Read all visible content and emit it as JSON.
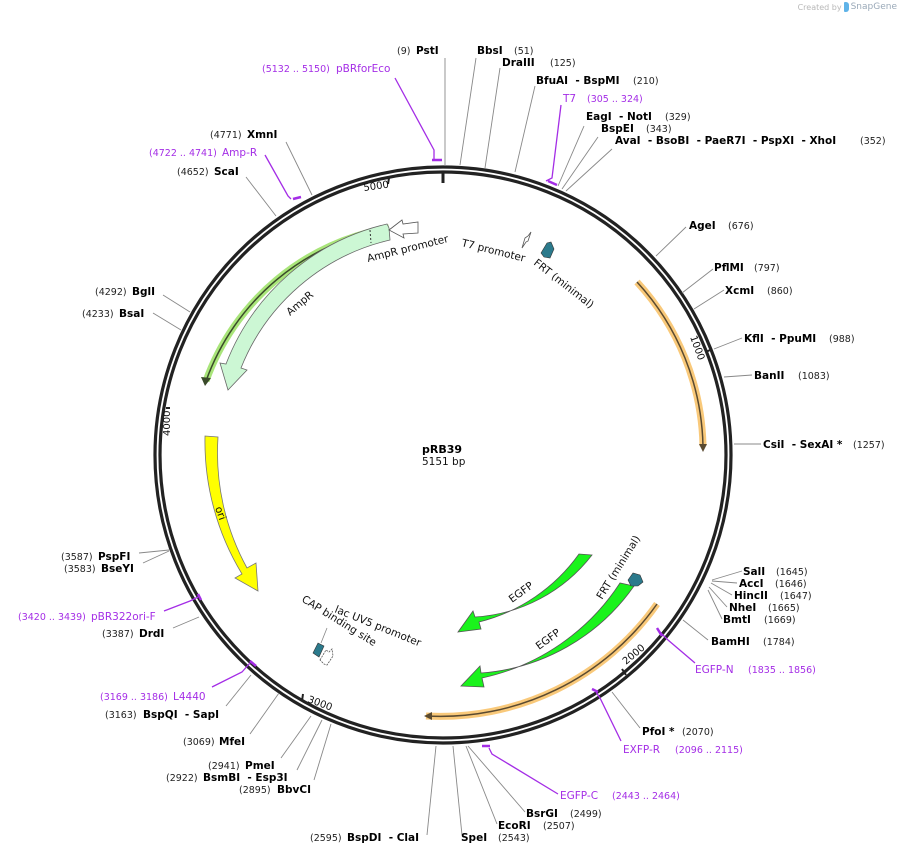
{
  "credit": {
    "prefix": "Created by",
    "brand": "SnapGene"
  },
  "plasmid": {
    "name": "pRB39",
    "length_label": "5151 bp",
    "length": 5151
  },
  "colors": {
    "backbone": "#222222",
    "primer": "#a42de6",
    "enzyme_line": "#888888",
    "ampr_fill": "#ccf7d4",
    "egfp_fill": "#1af31c",
    "ori_fill": "#ffff00",
    "frt_fill": "#2b7a8c",
    "orf_glow_orange": "#f9c97a",
    "orf_glow_green": "#a9e57a"
  },
  "ticks": [
    {
      "label": "1000"
    },
    {
      "label": "2000"
    },
    {
      "label": "3000"
    },
    {
      "label": "4000"
    },
    {
      "label": "5000"
    }
  ],
  "enzymes": [
    {
      "name": "PstI",
      "pos": "(9)"
    },
    {
      "name": "BbsI",
      "pos": "(51)"
    },
    {
      "name": "DraIII",
      "pos": "(125)"
    },
    {
      "name": "BfuAI  - BspMI",
      "pos": "(210)"
    },
    {
      "name": "EagI  - NotI",
      "pos": "(329)"
    },
    {
      "name": "BspEI",
      "pos": "(343)"
    },
    {
      "name": "AvaI  - BsoBI  - PaeR7I  - PspXI  - XhoI",
      "pos": "(352)"
    },
    {
      "name": "AgeI",
      "pos": "(676)"
    },
    {
      "name": "PflMI",
      "pos": "(797)"
    },
    {
      "name": "XcmI",
      "pos": "(860)"
    },
    {
      "name": "KflI  - PpuMI",
      "pos": "(988)"
    },
    {
      "name": "BanII",
      "pos": "(1083)"
    },
    {
      "name": "CsiI  - SexAI *",
      "pos": "(1257)"
    },
    {
      "name": "SalI",
      "pos": "(1645)"
    },
    {
      "name": "AccI",
      "pos": "(1646)"
    },
    {
      "name": "HincII",
      "pos": "(1647)"
    },
    {
      "name": "NheI",
      "pos": "(1665)"
    },
    {
      "name": "BmtI",
      "pos": "(1669)"
    },
    {
      "name": "BamHI",
      "pos": "(1784)"
    },
    {
      "name": "PfoI *",
      "pos": "(2070)"
    },
    {
      "name": "BsrGI",
      "pos": "(2499)"
    },
    {
      "name": "EcoRI",
      "pos": "(2507)"
    },
    {
      "name": "SpeI",
      "pos": "(2543)"
    },
    {
      "name": "BspDI  - ClaI",
      "pos": "(2595)"
    },
    {
      "name": "BbvCI",
      "pos": "(2895)"
    },
    {
      "name": "BsmBI  - Esp3I",
      "pos": "(2922)"
    },
    {
      "name": "PmeI",
      "pos": "(2941)"
    },
    {
      "name": "MfeI",
      "pos": "(3069)"
    },
    {
      "name": "BspQI  - SapI",
      "pos": "(3163)"
    },
    {
      "name": "DrdI",
      "pos": "(3387)"
    },
    {
      "name": "BseYI",
      "pos": "(3583)"
    },
    {
      "name": "PspFI",
      "pos": "(3587)"
    },
    {
      "name": "BsaI",
      "pos": "(4233)"
    },
    {
      "name": "BglI",
      "pos": "(4292)"
    },
    {
      "name": "ScaI",
      "pos": "(4652)"
    },
    {
      "name": "XmnI",
      "pos": "(4771)"
    }
  ],
  "primers": [
    {
      "name": "pBRforEco",
      "range": "(5132 .. 5150)"
    },
    {
      "name": "T7",
      "range": "(305 .. 324)"
    },
    {
      "name": "EGFP-N",
      "range": "(1835 .. 1856)"
    },
    {
      "name": "EXFP-R",
      "range": "(2096 .. 2115)"
    },
    {
      "name": "EGFP-C",
      "range": "(2443 .. 2464)"
    },
    {
      "name": "L4440",
      "range": "(3169 .. 3186)"
    },
    {
      "name": "pBR322ori-F",
      "range": "(3420 .. 3439)"
    },
    {
      "name": "Amp-R",
      "range": "(4722 .. 4741)"
    }
  ],
  "features": [
    {
      "name": "AmpR promoter"
    },
    {
      "name": "AmpR"
    },
    {
      "name": "T7 promoter"
    },
    {
      "name": "FRT (minimal)"
    },
    {
      "name": "ori"
    },
    {
      "name": "EGFP"
    },
    {
      "name": "EGFP"
    },
    {
      "name": "FRT (minimal)"
    },
    {
      "name": "CAP binding site"
    },
    {
      "name": "lac UV5 promoter"
    }
  ]
}
